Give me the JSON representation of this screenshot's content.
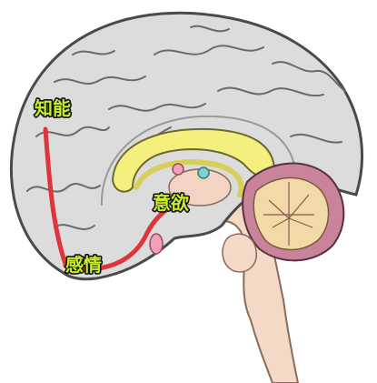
{
  "labels": {
    "intellect": "知能",
    "will": "意欲",
    "emotion": "感情"
  },
  "colors": {
    "label_fill": "#c6ec2c",
    "label_outline": "#111111",
    "connector": "#e0343c",
    "cortex": "#dcdcdc",
    "cortex_outline": "#4a4a4a",
    "corpus_callosum": "#f5ef7e",
    "cerebellum": "#c9849c",
    "brainstem": "#f4d9c6",
    "amygdala": "#f0a0b8",
    "thalamus_dot": "#7fcfcf"
  },
  "icons": {
    "connector": "red-connecting-line"
  }
}
